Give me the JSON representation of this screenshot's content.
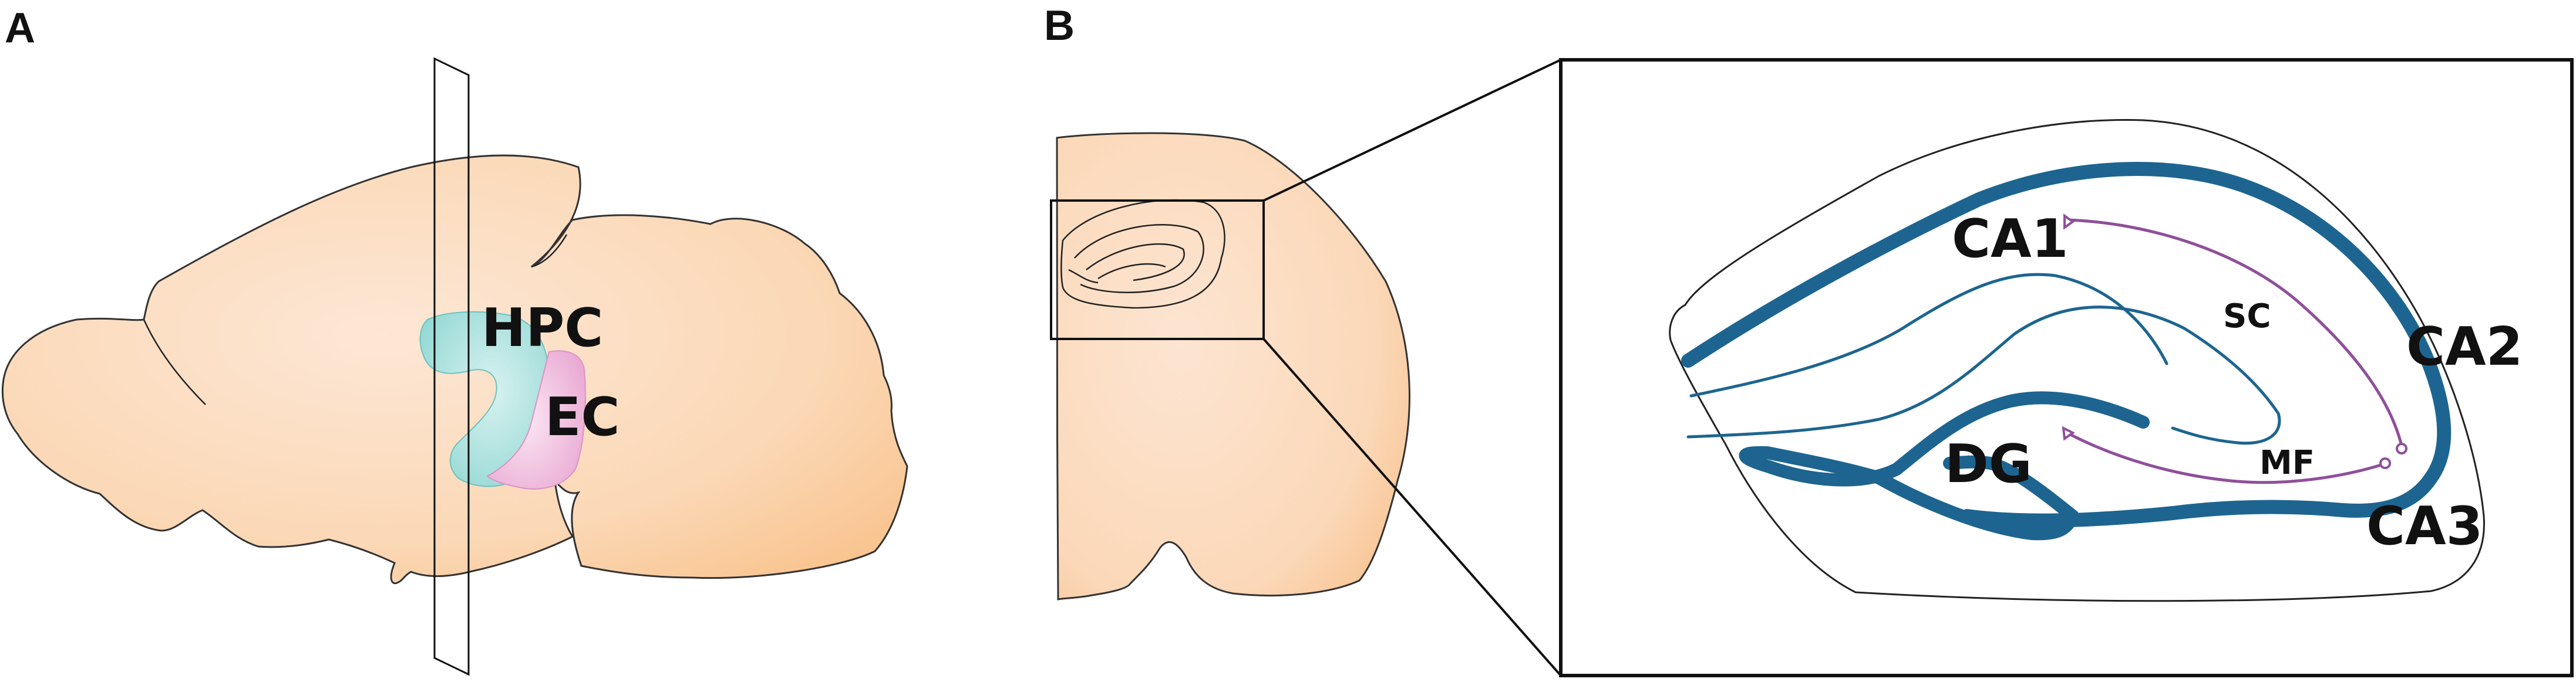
{
  "panels": {
    "a": {
      "letter": "A",
      "labels": {
        "hpc": "HPC",
        "ec": "EC"
      }
    },
    "b": {
      "letter": "B",
      "regions": {
        "ca1": "CA1",
        "ca2": "CA2",
        "ca3": "CA3",
        "dg": "DG"
      },
      "pathways": {
        "sc": "SC",
        "mf": "MF"
      }
    }
  },
  "colors": {
    "brain_fill": "#fbd9b6",
    "brain_edge": "#f9c38d",
    "hpc": "#9ddcd9",
    "ec": "#f0bfe0",
    "cell_layer": "#1d6590",
    "pathway": "#8f4f9a"
  }
}
